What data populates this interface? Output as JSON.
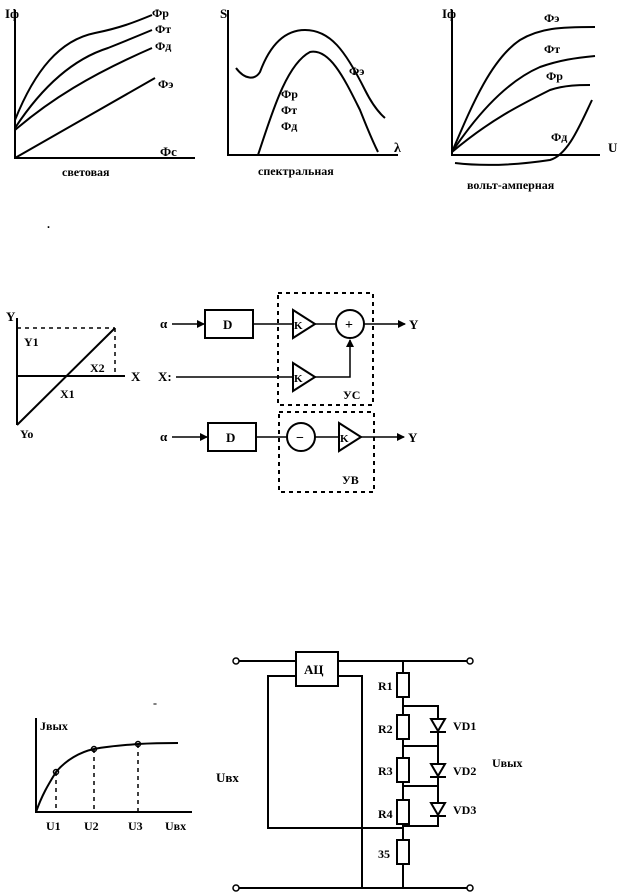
{
  "characteristics": {
    "light": {
      "y_axis": "Iф",
      "x_axis": "Фс",
      "caption": "световая",
      "curves": [
        "Фр",
        "Фт",
        "Фд",
        "Фэ"
      ]
    },
    "spectral": {
      "y_axis": "S",
      "x_axis": "λ",
      "caption": "спектральная",
      "curve_upper": "Фэ",
      "curve_group": [
        "Фр",
        "Фт",
        "Фд"
      ]
    },
    "volt_ampere": {
      "y_axis": "Iф",
      "x_axis": "U",
      "caption": "вольт-амперная",
      "curves": [
        "Фэ",
        "Фт",
        "Фр",
        "Фд"
      ]
    },
    "dot": "."
  },
  "linear_chart": {
    "y_axis": "Y",
    "x_axis": "X",
    "y1": "Y1",
    "y0": "Yo",
    "x1": "X1",
    "x2": "X2"
  },
  "block_diagrams": {
    "adder": {
      "input_a": "α",
      "input_x": "X:",
      "sensor": "D",
      "amp_top": "K",
      "amp_bottom": "K",
      "sum_symbol": "+",
      "output": "Y",
      "group_label": "УС"
    },
    "subtractor": {
      "input_a": "α",
      "sensor": "D",
      "diff_symbol": "−",
      "amp": "K",
      "output": "Y",
      "group_label": "УВ"
    }
  },
  "transfer_chart": {
    "y_axis": "Jвых",
    "x_axis": "Uвх",
    "ticks": [
      "U1",
      "U2",
      "U3"
    ],
    "dot": "-"
  },
  "circuit": {
    "converter": "АЦ",
    "input_label": "Uвх",
    "output_label": "Uвых",
    "resistors": [
      "R1",
      "R2",
      "R3",
      "R4",
      "35"
    ],
    "diodes": [
      "VD1",
      "VD2",
      "VD3"
    ]
  }
}
